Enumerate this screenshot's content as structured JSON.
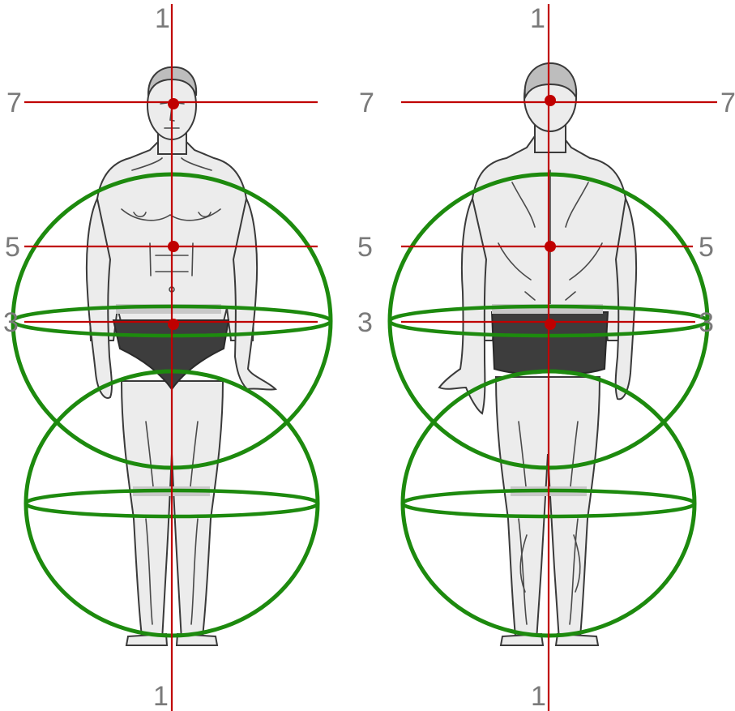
{
  "figures": [
    {
      "view": "front",
      "labels": {
        "top": "1",
        "bottom": "1",
        "left": [
          "7",
          "5",
          "3"
        ]
      }
    },
    {
      "view": "back",
      "labels": {
        "top": "1",
        "bottom": "1",
        "left": [
          "7",
          "5",
          "3"
        ],
        "right": [
          "7",
          "5",
          "3"
        ]
      }
    }
  ],
  "colors": {
    "guide_line": "#c00000",
    "circle": "#1d8a0e",
    "band": "#c8c8c8",
    "label": "#7a7a7a"
  }
}
